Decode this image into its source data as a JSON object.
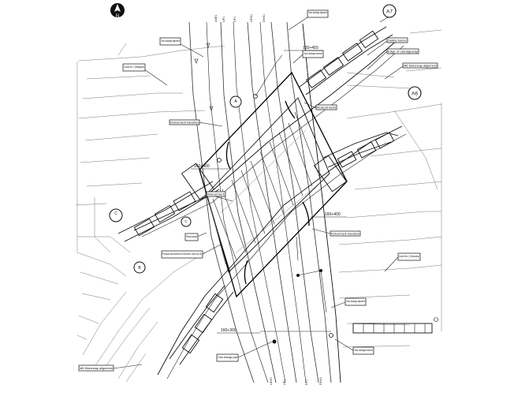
{
  "diagram": {
    "north_marker": "N",
    "markers": {
      "a7": "A7",
      "a6": "A6",
      "c": "C",
      "a_top": "A",
      "c_small": "C",
      "b_lower": "B"
    },
    "labels": {
      "track_drainage_top": "Track drainage alignment",
      "track_drainage_upper_left": "Track drainage alignment",
      "safety_barrier": "Safety barrier",
      "edge_of_carriageway": "Edge of carriageway",
      "m6_motorway_alignment": "M6 Motorway alignment",
      "culvert_upper_left": "Culvert No. 2 (Realigned)",
      "track_drainage_manhole_top": "Track drainage manhole",
      "robust_kerb_top": "Robust kerb",
      "robust_kerb_transition_left": "Robust kerb transition",
      "robust_kerb_left": "Robust kerb",
      "precast_parapet": "Precast parapet",
      "principal_road_diversion": "Principal road diversion to Bowmer's Lane (No.23)",
      "robust_kerb_transition_right": "Robust kerb transition",
      "culvert_right": "Culvert No. 2 (Extension)",
      "track_drainage_right": "Track drainage alignment",
      "track_drainage_manhole_bottom": "Track drainage manhole",
      "track_drainage_pipe_bottom": "Track drainage pipe",
      "m6_motorway_alignment_bottom": "M6 Motorway alignment"
    },
    "dimensions": {
      "dim_top": "160+450",
      "dim_left": "160+400",
      "dim_right": "160+400",
      "dim_bottom": "160+300"
    },
    "track_ids_top": [
      "LNE1",
      "UF1",
      "DF1",
      "UHS1",
      "DHS1"
    ],
    "track_ids_bottom": [
      "UHS1",
      "UF1",
      "DF1",
      "DHS1"
    ]
  }
}
